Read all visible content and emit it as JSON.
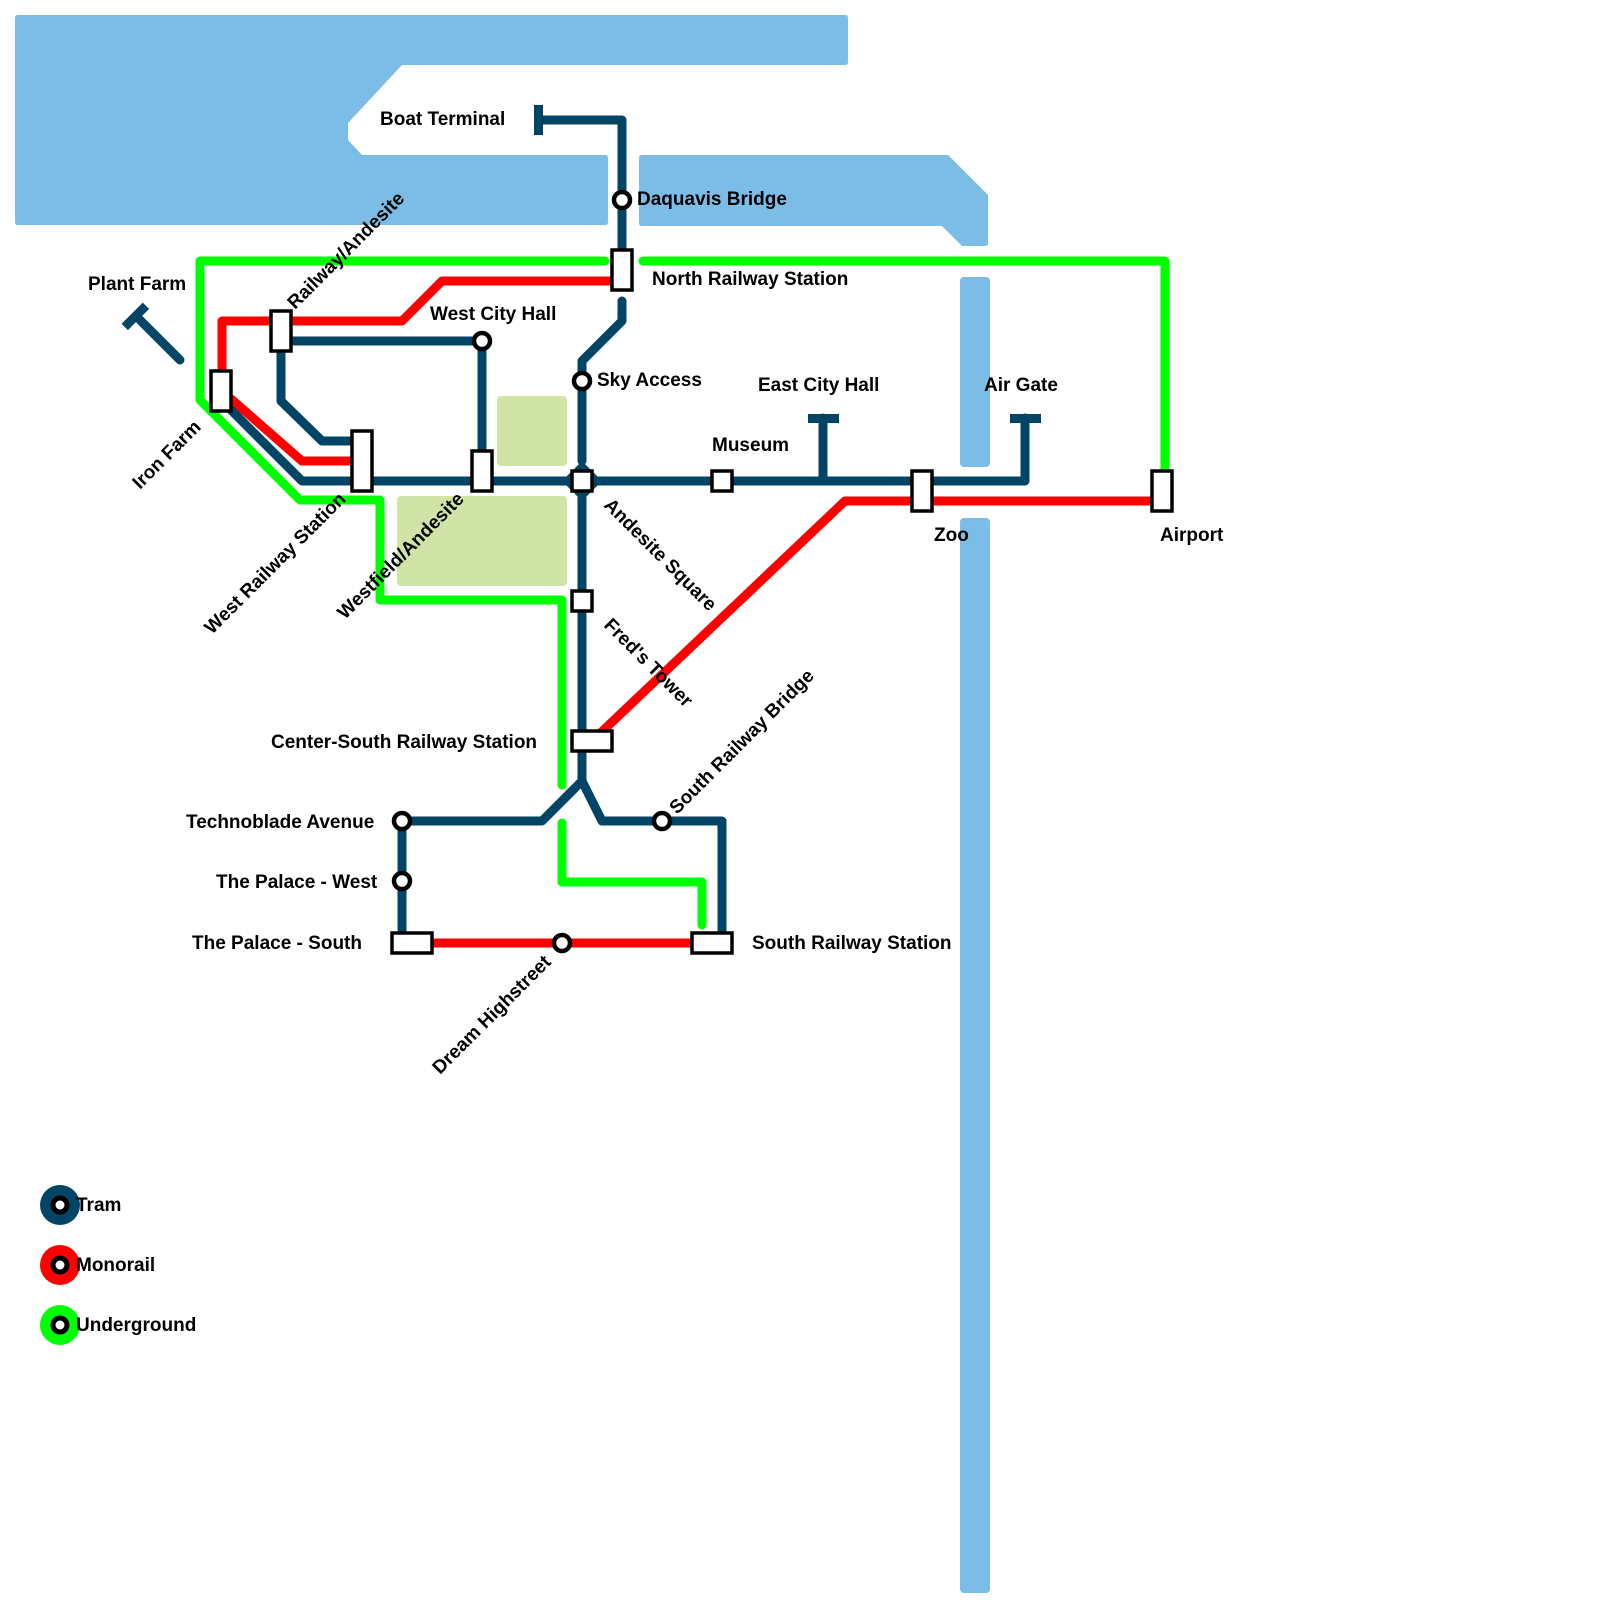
{
  "map": {
    "lines": {
      "tram": {
        "name": "Tram",
        "color": "#004466"
      },
      "monorail": {
        "name": "Monorail",
        "color": "#ff0000"
      },
      "underground": {
        "name": "Underground",
        "color": "#00ff00"
      }
    },
    "colors": {
      "water": "#7bbde6",
      "park": "#d0e4a8",
      "station_stroke": "#000000",
      "station_fill": "#ffffff"
    },
    "stations": {
      "boat_terminal": "Boat Terminal",
      "daquavis_bridge": "Daquavis Bridge",
      "north_railway_station": "North Railway Station",
      "plant_farm": "Plant Farm",
      "railway_andesite": "Railway/Andesite",
      "west_city_hall": "West City Hall",
      "sky_access": "Sky Access",
      "east_city_hall": "East City Hall",
      "air_gate": "Air Gate",
      "museum": "Museum",
      "iron_farm": "Iron Farm",
      "west_railway_station": "West Railway Station",
      "westfield_andesite": "Westfield/Andesite",
      "andesite_square": "Andesite Square",
      "zoo": "Zoo",
      "airport": "Airport",
      "freds_tower": "Fred's Tower",
      "center_south_railway_station": "Center-South Railway Station",
      "south_railway_bridge": "South Railway Bridge",
      "technoblade_avenue": "Technoblade Avenue",
      "the_palace_west": "The Palace - West",
      "the_palace_south": "The Palace - South",
      "south_railway_station": "South Railway Station",
      "dream_highstreet": "Dream Highstreet"
    }
  },
  "legend": {
    "items": [
      {
        "label": "Tram",
        "color": "#004466"
      },
      {
        "label": "Monorail",
        "color": "#ff0000"
      },
      {
        "label": "Underground",
        "color": "#00ff00"
      }
    ]
  }
}
